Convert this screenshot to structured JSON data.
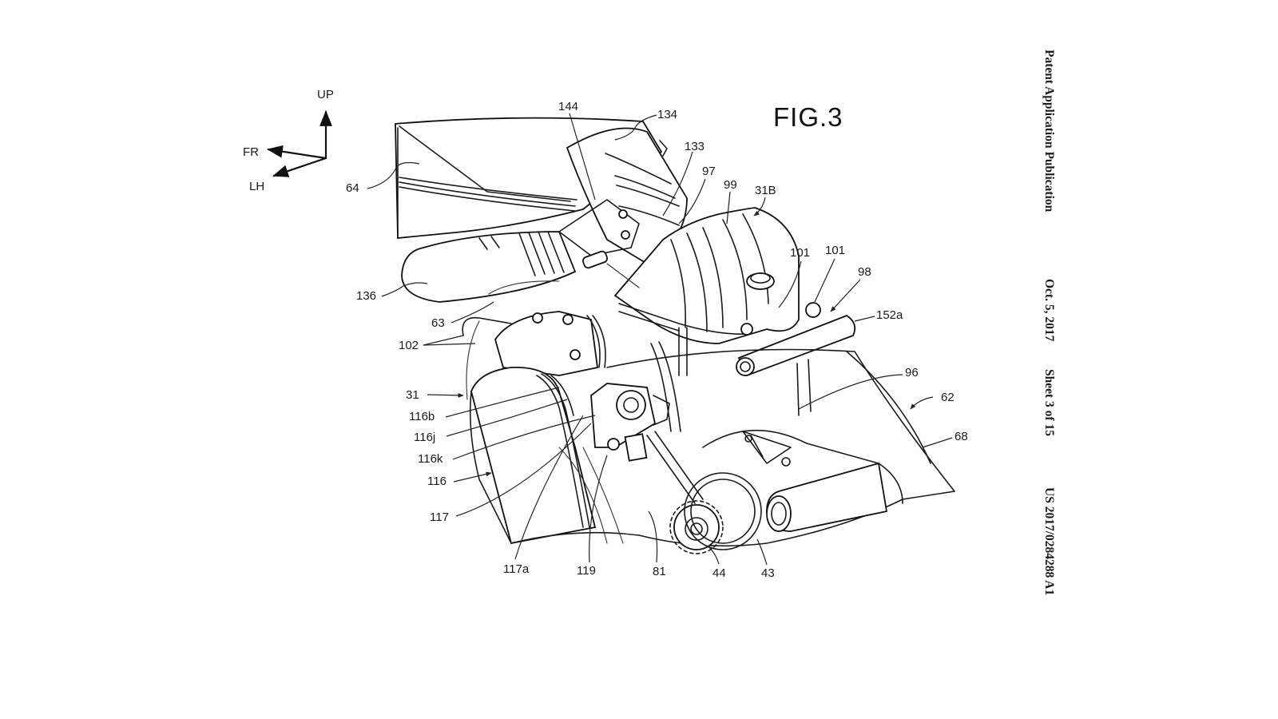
{
  "header": {
    "publication_type": "Patent Application Publication",
    "date": "Oct. 5, 2017",
    "sheet": "Sheet 3 of 15",
    "publication_number": "US 2017/0284288 A1"
  },
  "figure": {
    "title": "FIG.3"
  },
  "orientation_axes": {
    "up": "UP",
    "front": "FR",
    "left": "LH"
  },
  "reference_numerals": {
    "r64": "64",
    "r144": "144",
    "r134": "134",
    "r133": "133",
    "r97": "97",
    "r99": "99",
    "r31B": "31B",
    "r101a": "101",
    "r101b": "101",
    "r98": "98",
    "r152a": "152a",
    "r136": "136",
    "r63": "63",
    "r102": "102",
    "r96": "96",
    "r62": "62",
    "r68": "68",
    "r31": "31",
    "r116b": "116b",
    "r116j": "116j",
    "r116k": "116k",
    "r116": "116",
    "r117": "117",
    "r117a": "117a",
    "r119": "119",
    "r81": "81",
    "r44": "44",
    "r43": "43"
  },
  "colors": {
    "ink": "#1a1a1a",
    "paper": "#ffffff"
  }
}
